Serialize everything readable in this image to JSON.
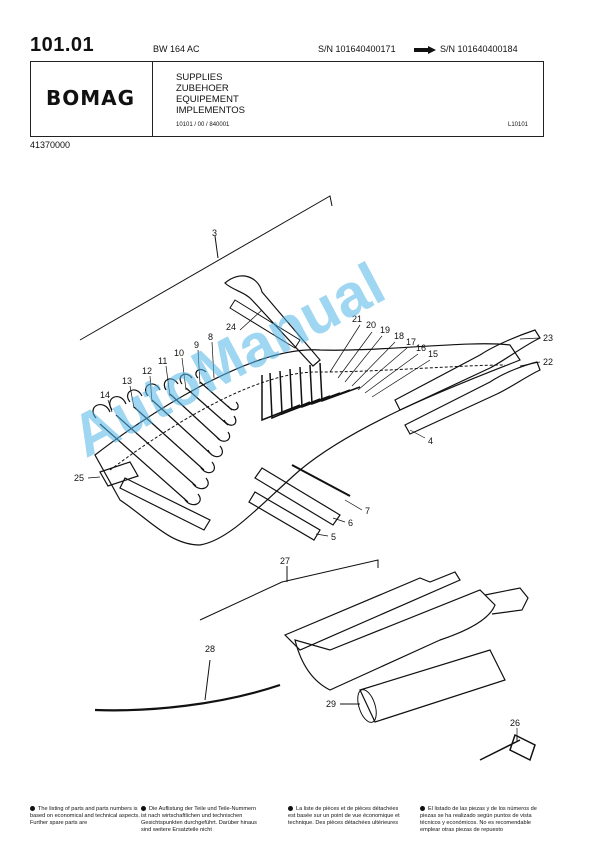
{
  "header": {
    "page_no": "101.01",
    "model": "BW 164 AC",
    "sn_from": "S/N 101640400171",
    "sn_to": "S/N 101640400184",
    "logo": "BOMAG",
    "titles": [
      "SUPPLIES",
      "ZUBEHOER",
      "EQUIPEMENT",
      "IMPLEMENTOS"
    ],
    "code_small": "10101 / 00 / 840001",
    "code_right": "L10101",
    "doc_no": "41370000"
  },
  "callouts": [
    "3",
    "24",
    "21",
    "20",
    "19",
    "18",
    "17",
    "16",
    "15",
    "23",
    "22",
    "8",
    "9",
    "10",
    "11",
    "12",
    "13",
    "14",
    "4",
    "25",
    "7",
    "6",
    "5",
    "27",
    "28",
    "29",
    "26"
  ],
  "watermark": "AutoManual",
  "notes": {
    "en": "The listing of parts and parts numbers is based on economical and technical aspects. Further spare parts are",
    "de": "Die Auflistung der Teile und Teile-Nummern ist nach wirtschaftlichen und technischen Gesichtspunkten durchgeführt. Darüber hinaus sind weitere Ersatzteile nicht",
    "fr": "La liste de pièces et de pièces détachées est basée sur un point de vue économique et technique. Des pièces détachées ultérieures",
    "es": "El listado de las piezas y de los números de piezas se ha realizado según puntos de vista técnicos y económicos. No es recomendable emplear otras piezas de repuesto"
  },
  "colors": {
    "watermark": "#50b4e6",
    "ink": "#111111"
  }
}
